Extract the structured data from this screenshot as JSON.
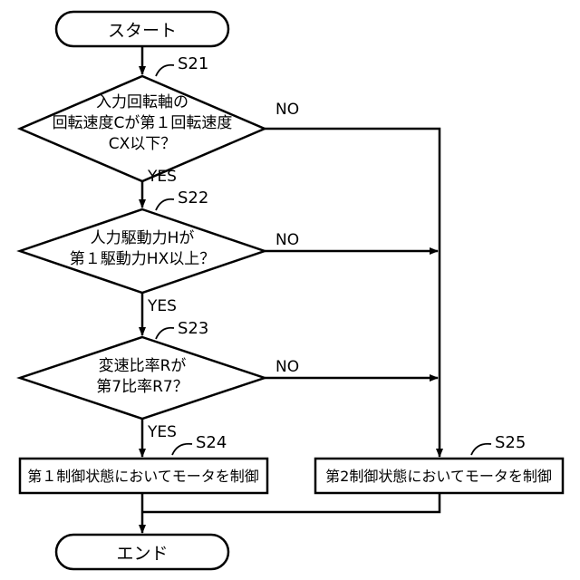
{
  "start": {
    "label": "スタート"
  },
  "end": {
    "label": "エンド"
  },
  "decisions": [
    {
      "step": "S21",
      "lines": [
        "入力回転軸の",
        "回転速度Cが第１回転速度",
        "CX以下？"
      ],
      "yes": "YES",
      "no": "NO"
    },
    {
      "step": "S22",
      "lines": [
        "人力駆動力Hが",
        "第１駆動力HX以上？"
      ],
      "yes": "YES",
      "no": "NO"
    },
    {
      "step": "S23",
      "lines": [
        "変速比率Rが",
        "第7比率R7？"
      ],
      "yes": "YES",
      "no": "NO"
    }
  ],
  "processes": [
    {
      "step": "S24",
      "label": "第１制御状態においてモータを制御"
    },
    {
      "step": "S25",
      "label": "第2制御状態においてモータを制御"
    }
  ]
}
